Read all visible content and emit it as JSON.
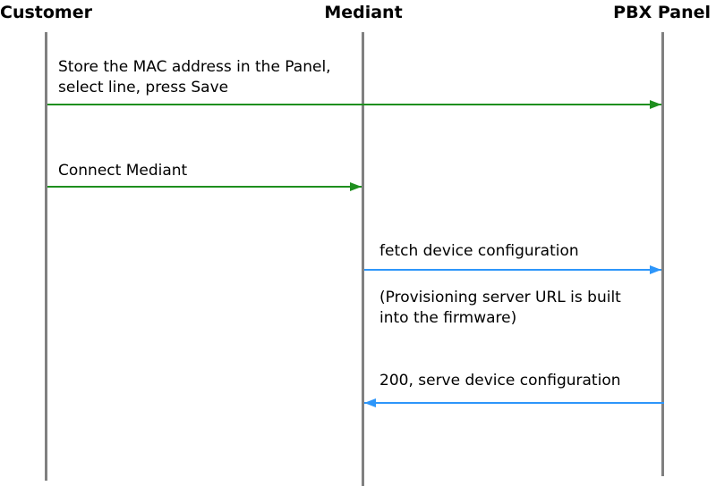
{
  "diagram": {
    "type": "sequence-diagram",
    "actors": {
      "customer": "Customer",
      "mediant": "Mediant",
      "pbx_panel": "PBX Panel"
    },
    "messages": {
      "store_mac": {
        "label": "Store the MAC address in the Panel,\nselect line, press Save",
        "from": "Customer",
        "to": "PBX Panel",
        "color": "#1e8f1e"
      },
      "connect": {
        "label": "Connect Mediant",
        "from": "Customer",
        "to": "Mediant",
        "color": "#1e8f1e"
      },
      "fetch_config": {
        "label": "fetch device configuration",
        "note": "(Provisioning server URL is built\ninto the firmware)",
        "from": "Mediant",
        "to": "PBX Panel",
        "color": "#2d96fa"
      },
      "serve_config": {
        "label": "200, serve device configuration",
        "from": "PBX Panel",
        "to": "Mediant",
        "color": "#2d96fa"
      }
    },
    "colors": {
      "customer_message": "#1e8f1e",
      "http_message": "#2d96fa",
      "lifeline": "#808080",
      "text": "#000000",
      "background": "#ffffff"
    }
  }
}
